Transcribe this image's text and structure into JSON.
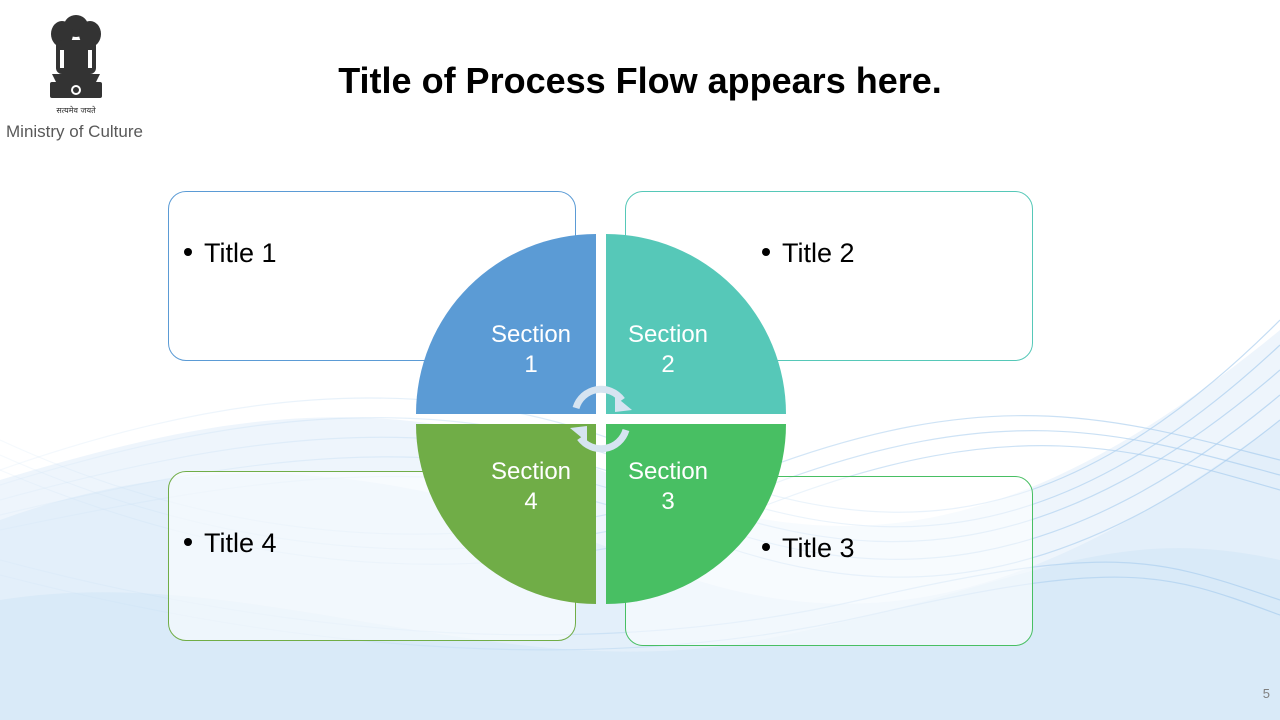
{
  "header": {
    "emblem_caption": "सत्यमेव जयते",
    "ministry": "Ministry of Culture",
    "title": "Title of Process Flow appears here."
  },
  "boxes": [
    {
      "label": "Title 1"
    },
    {
      "label": "Title 2"
    },
    {
      "label": "Title 3"
    },
    {
      "label": "Title 4"
    }
  ],
  "sections": [
    {
      "label_line1": "Section",
      "label_line2": "1",
      "color": "#5b9bd5"
    },
    {
      "label_line1": "Section",
      "label_line2": "2",
      "color": "#56c8b8"
    },
    {
      "label_line1": "Section",
      "label_line2": "3",
      "color": "#48bf63"
    },
    {
      "label_line1": "Section",
      "label_line2": "4",
      "color": "#70ad47"
    }
  ],
  "footer": {
    "page_number": "5"
  }
}
